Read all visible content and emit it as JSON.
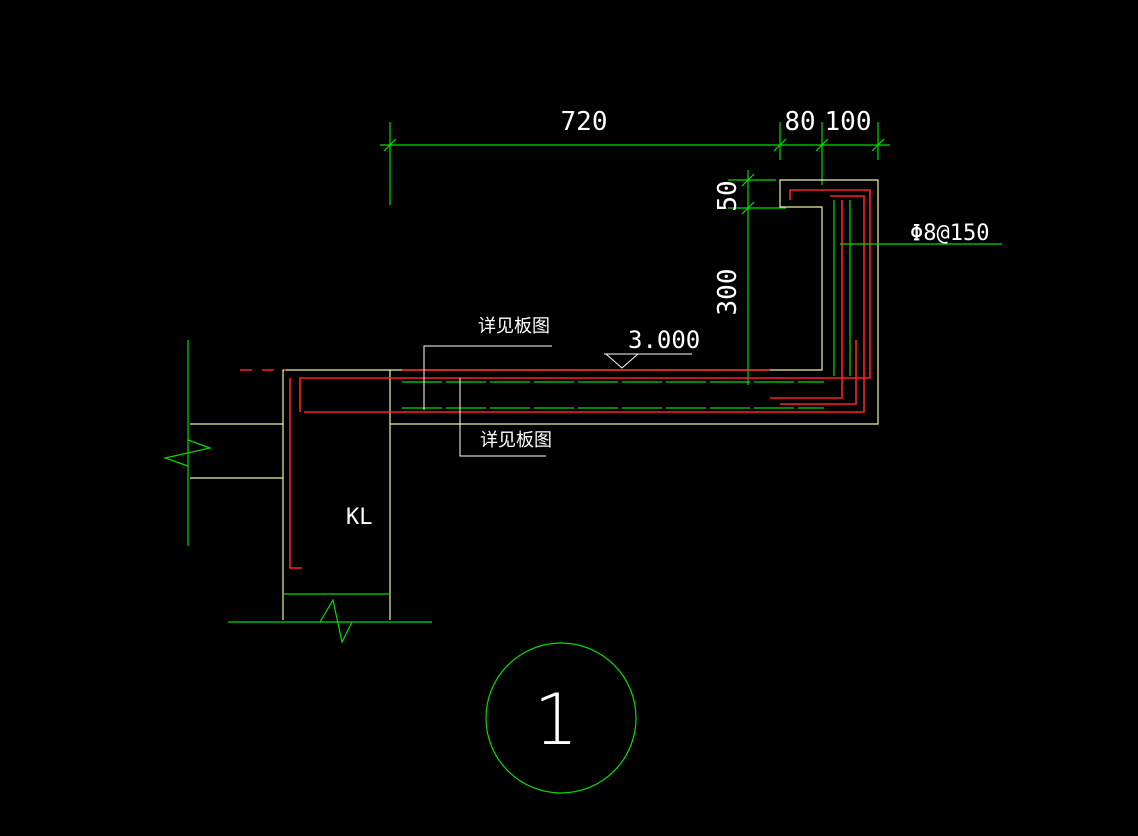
{
  "dimensions": {
    "top": [
      "720",
      "80",
      "100"
    ],
    "vertical": [
      "50",
      "300"
    ]
  },
  "labels": {
    "rebar": "Φ8@150",
    "elevation": "3.000",
    "slab_note_top": "详见板图",
    "slab_note_bottom": "详见板图",
    "beam": "KL",
    "detail_number": "1"
  },
  "colors": {
    "background": "#000000",
    "outline": "#f0f0a0",
    "rebar": "#ff2020",
    "dimension": "#00dd00",
    "text": "#ffffff"
  }
}
